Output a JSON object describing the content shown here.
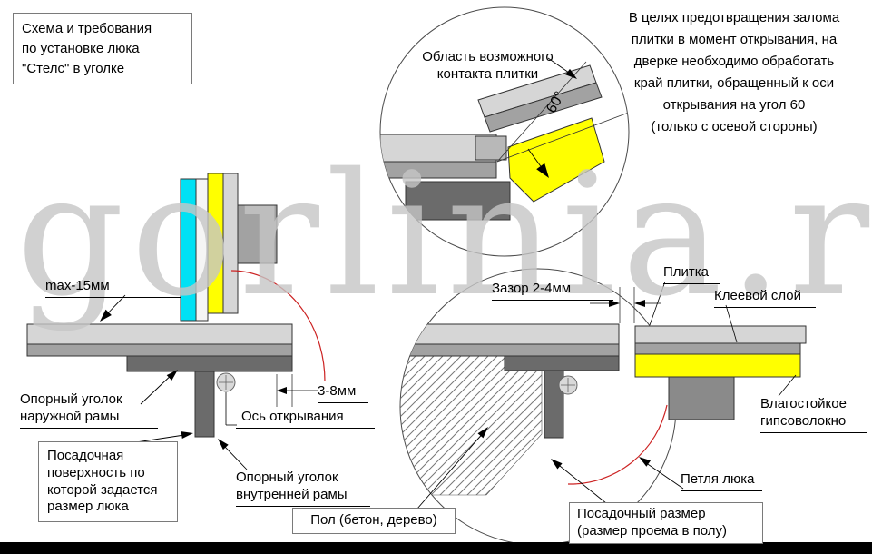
{
  "title_box": {
    "lines": [
      "Схема и требования",
      "по установке люка",
      "\"Стелс\" в уголке"
    ]
  },
  "note": {
    "lines": [
      "В целях предотвращения залома",
      "плитки в момент открывания, на",
      "дверке необходимо обработать",
      "край плитки, обращенный к оси",
      "открывания на угол 60",
      "(только с осевой стороны)"
    ]
  },
  "detail": {
    "label_lines": [
      "Область возможного",
      "контакта плитки"
    ],
    "angle": "60°"
  },
  "watermark": "gorlinia.ru",
  "left_diagram": {
    "max_thickness": "max-15мм",
    "outer_angle_lines": [
      "Опорный уголок",
      "наружной рамы"
    ],
    "axis": "Ось открывания",
    "gap_dim": "3-8мм",
    "seat_box_lines": [
      "Посадочная",
      "поверхность по",
      "которой задается",
      "размер люка"
    ],
    "inner_angle_lines": [
      "Опорный уголок",
      "внутренней рамы"
    ]
  },
  "right_diagram": {
    "gap": "Зазор 2-4мм",
    "tile": "Плитка",
    "glue_layer": "Клеевой слой",
    "gypsum_lines": [
      "Влагостойкое",
      "гипсоволокно"
    ],
    "hinge": "Петля люка",
    "floor_box": "Пол (бетон, дерево)",
    "seat_size_lines": [
      "Посадочный размер",
      "(размер проема в полу)"
    ]
  },
  "colors": {
    "tile_gray": "#d6d6d6",
    "layer_gray": "#a2a2a2",
    "dark_gray": "#6b6b6b",
    "cyan": "#00e1f4",
    "yellow": "#ffff00",
    "red_accent": "#cc2222",
    "watermark_gray": "#c6c6c6"
  }
}
